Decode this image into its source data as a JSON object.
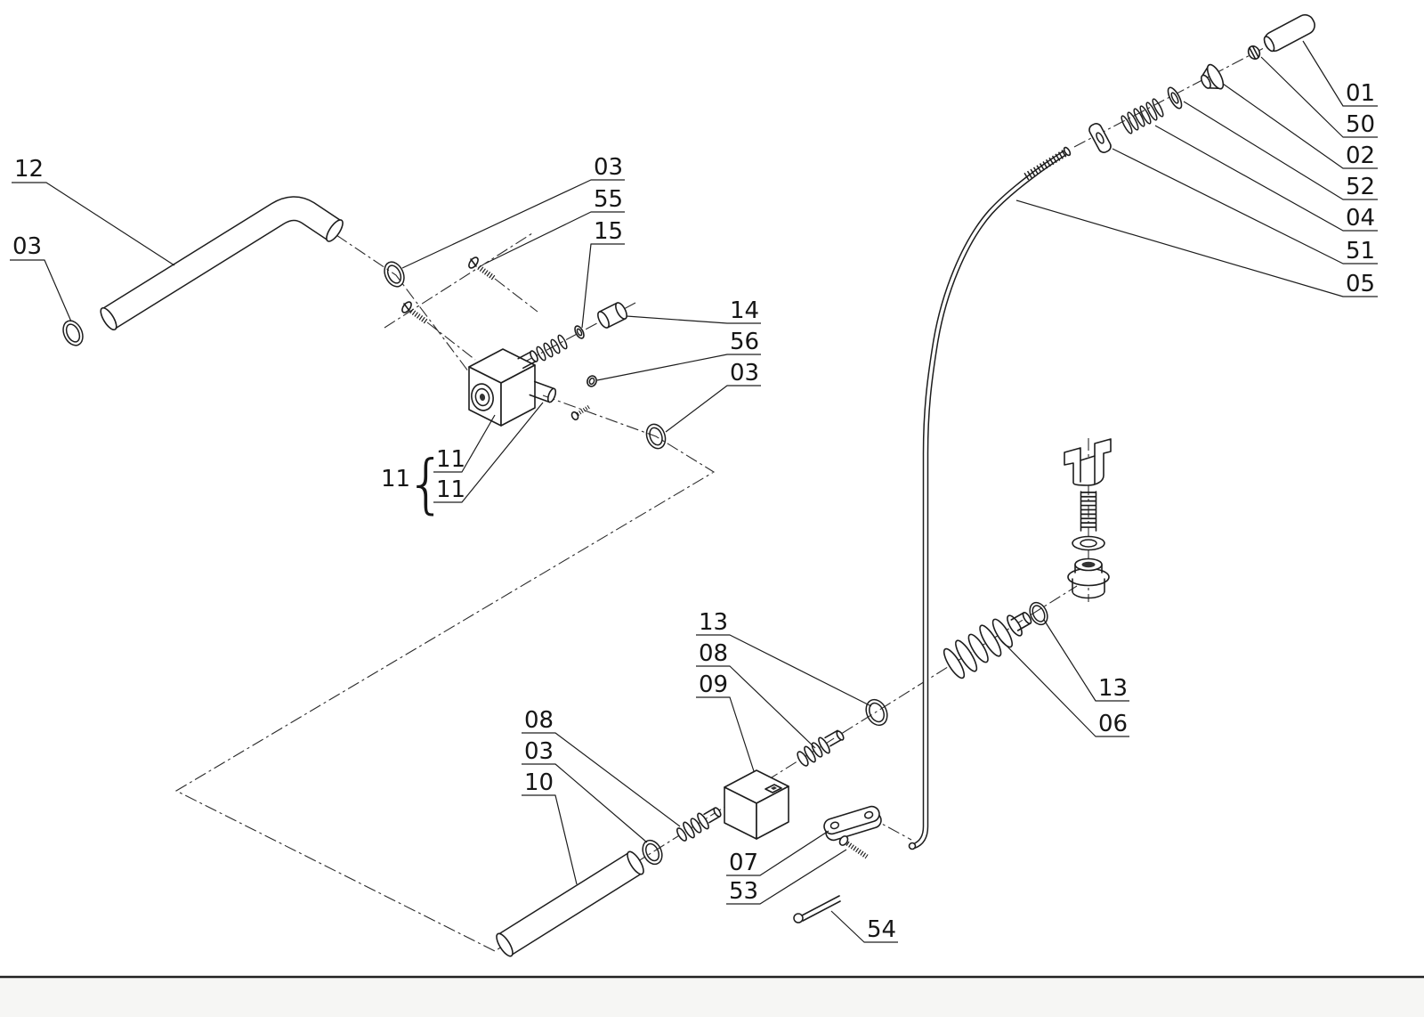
{
  "page": {
    "background": "#ffffff",
    "line_color": "#1d1d1d",
    "footer_line_color": "#222222"
  },
  "callouts": {
    "c01": "01",
    "c50": "50",
    "c02": "02",
    "c52": "52",
    "c04": "04",
    "c51": "51",
    "c05": "05",
    "c12": "12",
    "c03_left": "03",
    "c03_top": "03",
    "c55": "55",
    "c15": "15",
    "c14": "14",
    "c56": "56",
    "c03_valve": "03",
    "c11_group": "11",
    "c11_upper": "11",
    "c11_lower": "11",
    "brace": "{",
    "c13_mid": "13",
    "c08_upper": "08",
    "c09": "09",
    "c08_lower": "08",
    "c03_low": "03",
    "c10": "10",
    "c07": "07",
    "c53": "53",
    "c54": "54",
    "c13_right": "13",
    "c06": "06"
  }
}
